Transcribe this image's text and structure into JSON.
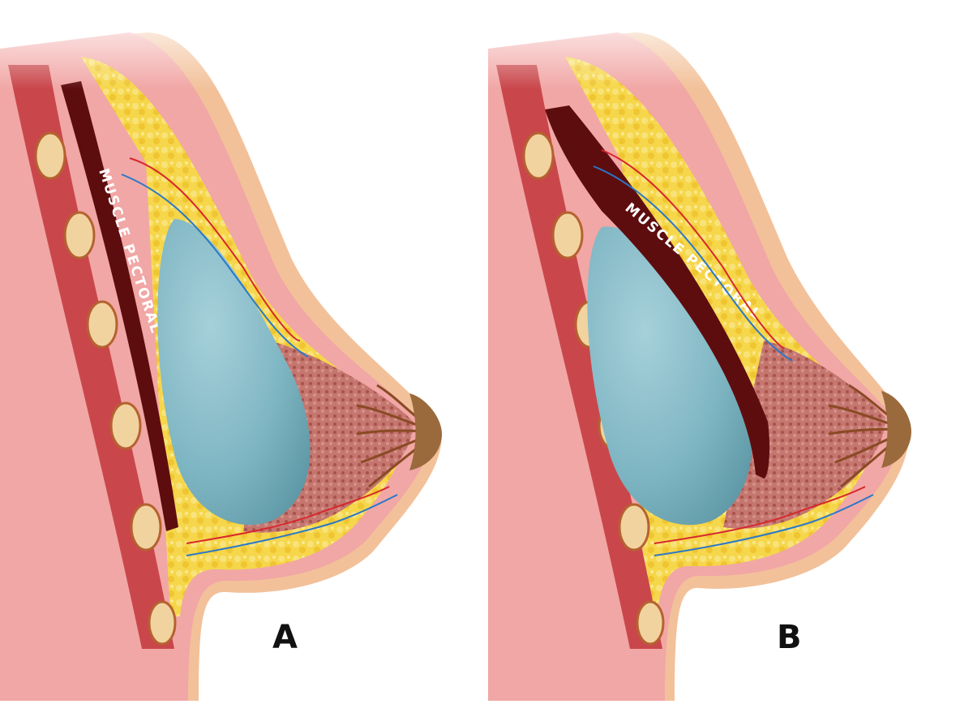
{
  "panels": [
    {
      "letter": "A",
      "muscle_label": "MUSCLE PECTORAL"
    },
    {
      "letter": "B",
      "muscle_label": "MUSCLE PECTORAL"
    }
  ],
  "colors": {
    "skin": "#f2c19a",
    "dermis": "#f1a7a5",
    "fat": "#f6d64a",
    "muscle": "#5e0d0f",
    "ribs_muscle": "#c9474b",
    "rib_bone": "#f1d3a0",
    "gland": "#b4625c",
    "implant": "#7fb6c3",
    "artery": "#d8272c",
    "vein": "#2a78c8"
  }
}
